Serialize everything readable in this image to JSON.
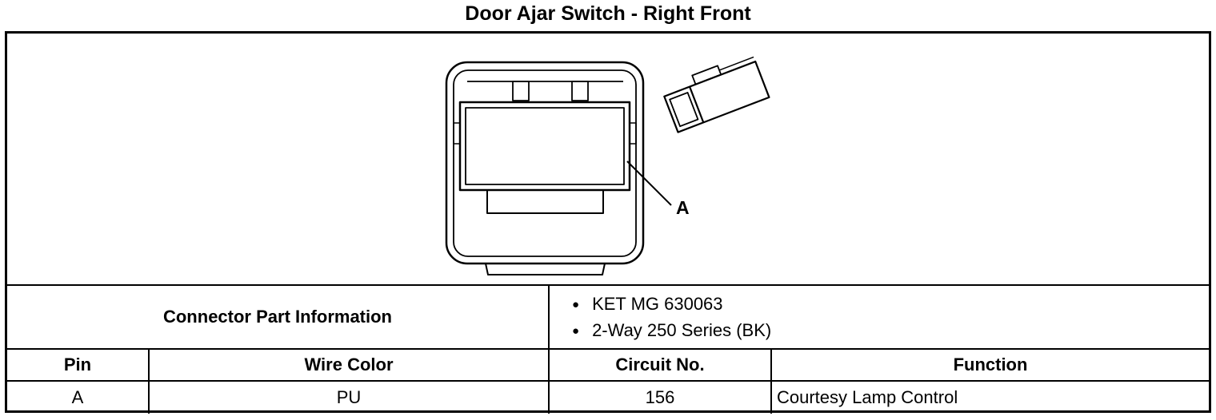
{
  "title": "Door Ajar Switch - Right Front",
  "diagram": {
    "callout_label": "A"
  },
  "connector_info": {
    "label": "Connector Part Information",
    "items": [
      "KET MG 630063",
      "2-Way 250 Series (BK)"
    ]
  },
  "pin_table": {
    "headers": [
      "Pin",
      "Wire Color",
      "Circuit No.",
      "Function"
    ],
    "rows": [
      {
        "pin": "A",
        "wire_color": "PU",
        "circuit_no": "156",
        "function": "Courtesy Lamp Control"
      }
    ]
  }
}
